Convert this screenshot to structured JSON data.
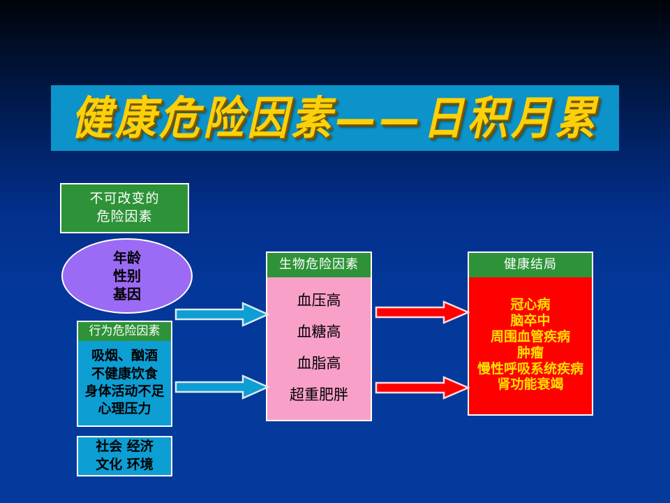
{
  "slide": {
    "title": "健康危险因素——日积月累",
    "background_top_color": "#000409",
    "background_bottom_color": "#033a9b",
    "banner_color": "#0c93c9",
    "title_color": "#fcd10a"
  },
  "boxes": {
    "unchangeable": {
      "name": "不可改变的危险因素",
      "lines": [
        "不可改变的",
        "危险因素"
      ],
      "fill": "#2e9338",
      "text_color": "#ffffff"
    },
    "demographics": {
      "lines": [
        "年龄",
        "性别",
        "基因"
      ],
      "fill": "#9b6bf5",
      "text_color": "#000000"
    },
    "behavior": {
      "header": "行为危险因素",
      "lines": [
        "吸烟、酗酒",
        "不健康饮食",
        "身体活动不足",
        "心理压力"
      ],
      "header_fill": "#2e9338",
      "fill": "#0d9ed4",
      "text_color": "#000000"
    },
    "social": {
      "lines": [
        "社会 经济",
        "文化 环境"
      ],
      "fill": "#0d9ed4",
      "text_color": "#000000"
    },
    "biological": {
      "header": "生物危险因素",
      "lines": [
        "血压高",
        "血糖高",
        "血脂高",
        "超重肥胖"
      ],
      "header_fill": "#2e9338",
      "fill": "#f9a0c9",
      "text_color": "#000000"
    },
    "outcome": {
      "header": "健康结局",
      "lines": [
        "冠心病",
        "脑卒中",
        "周围血管疾病",
        "肿瘤",
        "慢性呼吸系统疾病",
        "肾功能衰竭"
      ],
      "header_fill": "#2e9338",
      "fill": "#ff0000",
      "text_color": "#ffe000"
    }
  },
  "arrows": [
    {
      "id": "arrow-demographics-to-biological",
      "color": "#0d9ed4",
      "outline": "#d8e6ef",
      "direction": "right"
    },
    {
      "id": "arrow-behavior-to-biological",
      "color": "#0d9ed4",
      "outline": "#d8e6ef",
      "direction": "right"
    },
    {
      "id": "arrow-biological-to-outcome-top",
      "color": "#ff0000",
      "outline": "#ffd7e0",
      "direction": "right"
    },
    {
      "id": "arrow-biological-to-outcome-bottom",
      "color": "#ff0000",
      "outline": "#ffd7e0",
      "direction": "right"
    }
  ]
}
